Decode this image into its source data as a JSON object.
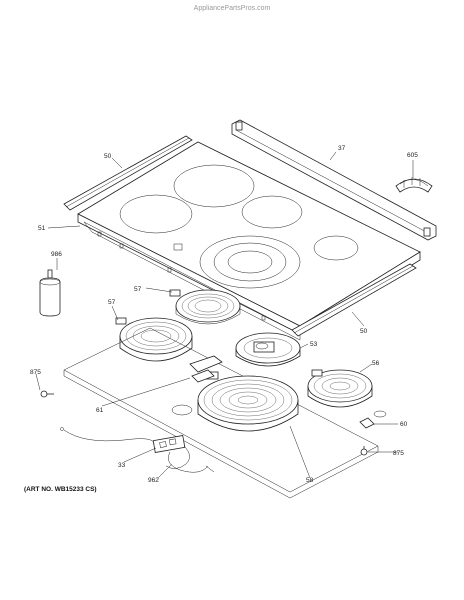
{
  "watermark": "AppliancePartsPros.com",
  "art_number": "(ART NO. WB15233 CS)",
  "callouts": {
    "c37": "37",
    "c605": "605",
    "c50a": "50",
    "c50b": "50",
    "c51": "51",
    "c986": "986",
    "c57a": "57",
    "c57b": "57",
    "c53": "53",
    "c56": "56",
    "c875a": "875",
    "c875b": "875",
    "c61": "61",
    "c60": "60",
    "c33": "33",
    "c962": "962",
    "c58": "58"
  }
}
